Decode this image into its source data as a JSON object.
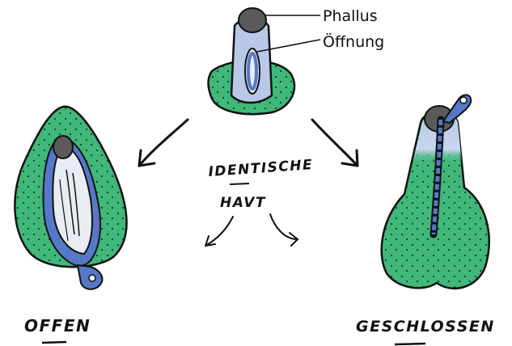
{
  "labels": {
    "phallus": "Phallus",
    "opening": "Öffnung",
    "identical_skin_line1": "IDENTISCHE",
    "identical_skin_line2": "HAVT",
    "open": "OFFEN",
    "closed": "GESCHLOSSEN"
  },
  "colors": {
    "green_skin": "#3fb87a",
    "blue_skin": "#b9c8e8",
    "blue_edge": "#5578c8",
    "phallus_tip": "#5a5a5a",
    "outline": "#111111"
  }
}
